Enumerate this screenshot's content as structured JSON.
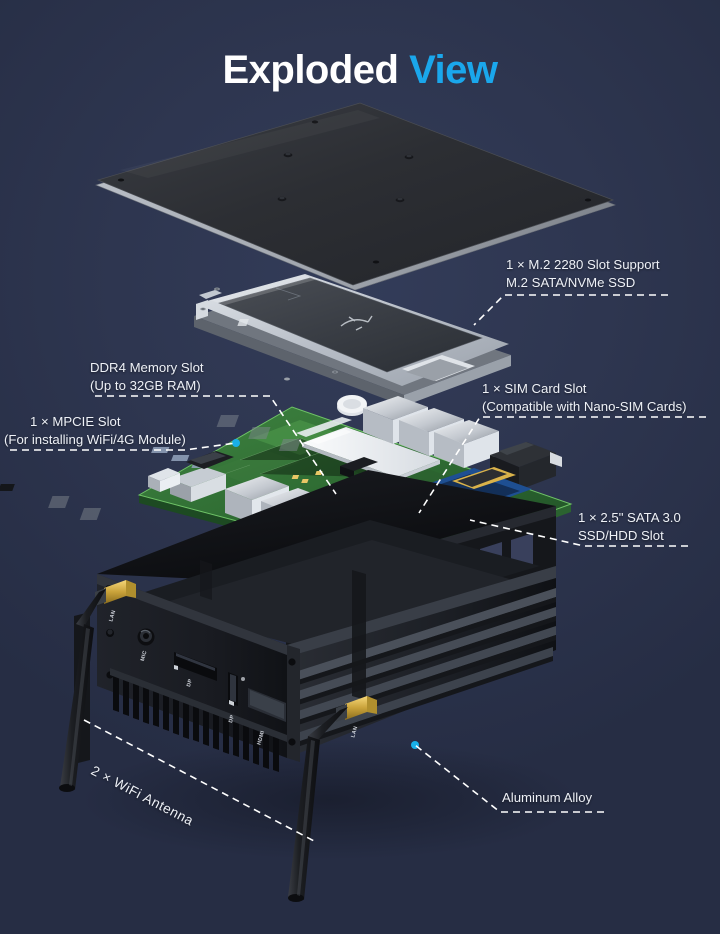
{
  "background": {
    "color": "#2e3650",
    "color_dark": "#262d44"
  },
  "title": {
    "part1": "Exploded ",
    "part2": "View",
    "color_part1": "#ffffff",
    "color_part2": "#1aa7ec"
  },
  "callouts": [
    {
      "id": "m2",
      "line1": "1 × M.2 2280 Slot Support",
      "line2": "M.2 SATA/NVMe SSD",
      "align": "left",
      "target": "ssd-caddy"
    },
    {
      "id": "ddr4",
      "line1": "DDR4 Memory Slot",
      "line2": "(Up to 32GB RAM)",
      "align": "left",
      "target": "ram-module"
    },
    {
      "id": "sim",
      "line1": "1 × SIM Card Slot",
      "line2": "(Compatible with Nano-SIM Cards)",
      "align": "left",
      "target": "sim-slot"
    },
    {
      "id": "mpcie",
      "line1": "1 × MPCIE Slot",
      "line2": "(For installing WiFi/4G Module)",
      "align": "left",
      "target": "mpcie-slot"
    },
    {
      "id": "sata",
      "line1": "1 × 2.5\" SATA 3.0",
      "line2": "SSD/HDD Slot",
      "align": "left",
      "target": "sata-connector"
    },
    {
      "id": "aluminum",
      "line1": "Aluminum Alloy",
      "line2": "",
      "align": "left",
      "target": "chassis-body"
    },
    {
      "id": "antenna",
      "line1": "2 × WiFi Antenna",
      "line2": "",
      "align": "left",
      "target": "wifi-antenna-left"
    }
  ],
  "port_silk_labels": [
    {
      "text": "LAN",
      "note": "rear antenna sma collar"
    },
    {
      "text": "MIC",
      "note": "audio jack"
    },
    {
      "text": "DP",
      "note": "displayport 1"
    },
    {
      "text": "DP",
      "note": "displayport 2"
    },
    {
      "text": "HDMI",
      "note": "hdmi port"
    },
    {
      "text": "LAN",
      "note": "front antenna sma collar"
    }
  ],
  "components": [
    {
      "name": "top-cover-plate",
      "material": "steel",
      "color": "#2b2d31"
    },
    {
      "name": "ssd-caddy",
      "material": "aluminum",
      "color": "#c9ced6"
    },
    {
      "name": "motherboard",
      "material": "pcb",
      "color": "#2f6b33"
    },
    {
      "name": "ram-module",
      "material": "ddr4-sodimm",
      "color": "#e8ebee"
    },
    {
      "name": "chassis-body",
      "material": "aluminum alloy",
      "color": "#1b1c20"
    },
    {
      "name": "wifi-antenna-left",
      "material": "plastic",
      "color": "#17181c"
    },
    {
      "name": "wifi-antenna-right",
      "material": "plastic",
      "color": "#17181c"
    }
  ],
  "accent": {
    "dot_color": "#19b0e8",
    "dash_color": "#ffffff"
  }
}
